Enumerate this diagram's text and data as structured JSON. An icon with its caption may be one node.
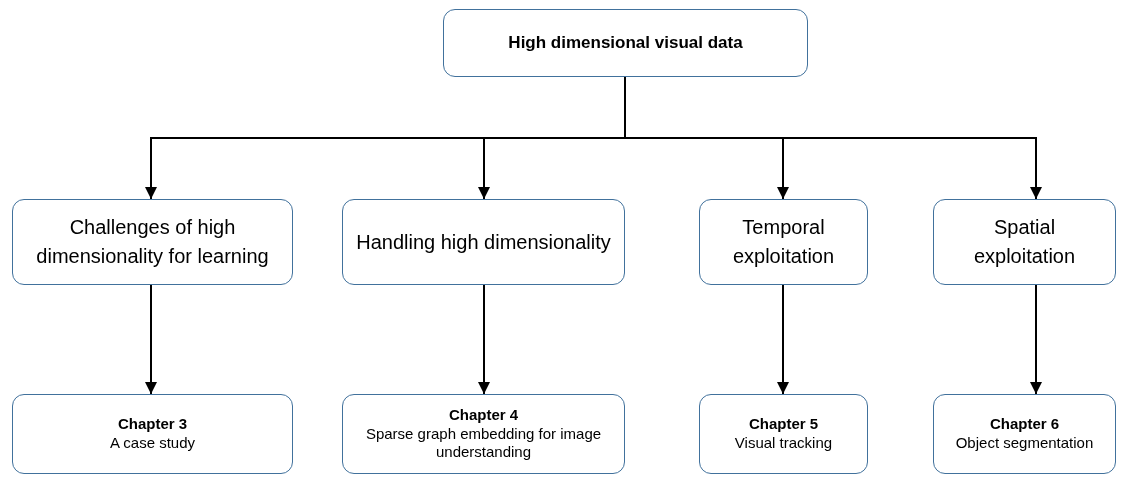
{
  "diagram": {
    "nodes": [
      {
        "text": [
          "High dimensional  visual data"
        ]
      },
      {
        "text": [
          "Challenges of high dimensionality  for learning"
        ]
      },
      {
        "text": [
          "Handling high dimensionality"
        ]
      },
      {
        "text": [
          "Temporal exploitation"
        ]
      },
      {
        "text": [
          "Spatial exploitation"
        ]
      },
      {
        "text": [
          "Chapter 3",
          "A case study"
        ]
      },
      {
        "text": [
          "Chapter 4",
          "Sparse graph embedding for image understanding"
        ]
      },
      {
        "text": [
          "Chapter 5",
          "Visual tracking"
        ]
      },
      {
        "text": [
          "Chapter 6",
          "Object segmentation"
        ]
      }
    ],
    "edges": [
      {
        "from": 0,
        "to": 1,
        "arrow": "to"
      },
      {
        "from": 0,
        "to": 2,
        "arrow": "to"
      },
      {
        "from": 0,
        "to": 3,
        "arrow": "to"
      },
      {
        "from": 0,
        "to": 4,
        "arrow": "to"
      },
      {
        "from": 1,
        "to": 5,
        "arrow": "to"
      },
      {
        "from": 2,
        "to": 6,
        "arrow": "to"
      },
      {
        "from": 3,
        "to": 7,
        "arrow": "to"
      },
      {
        "from": 4,
        "to": 8,
        "arrow": "to"
      }
    ]
  }
}
